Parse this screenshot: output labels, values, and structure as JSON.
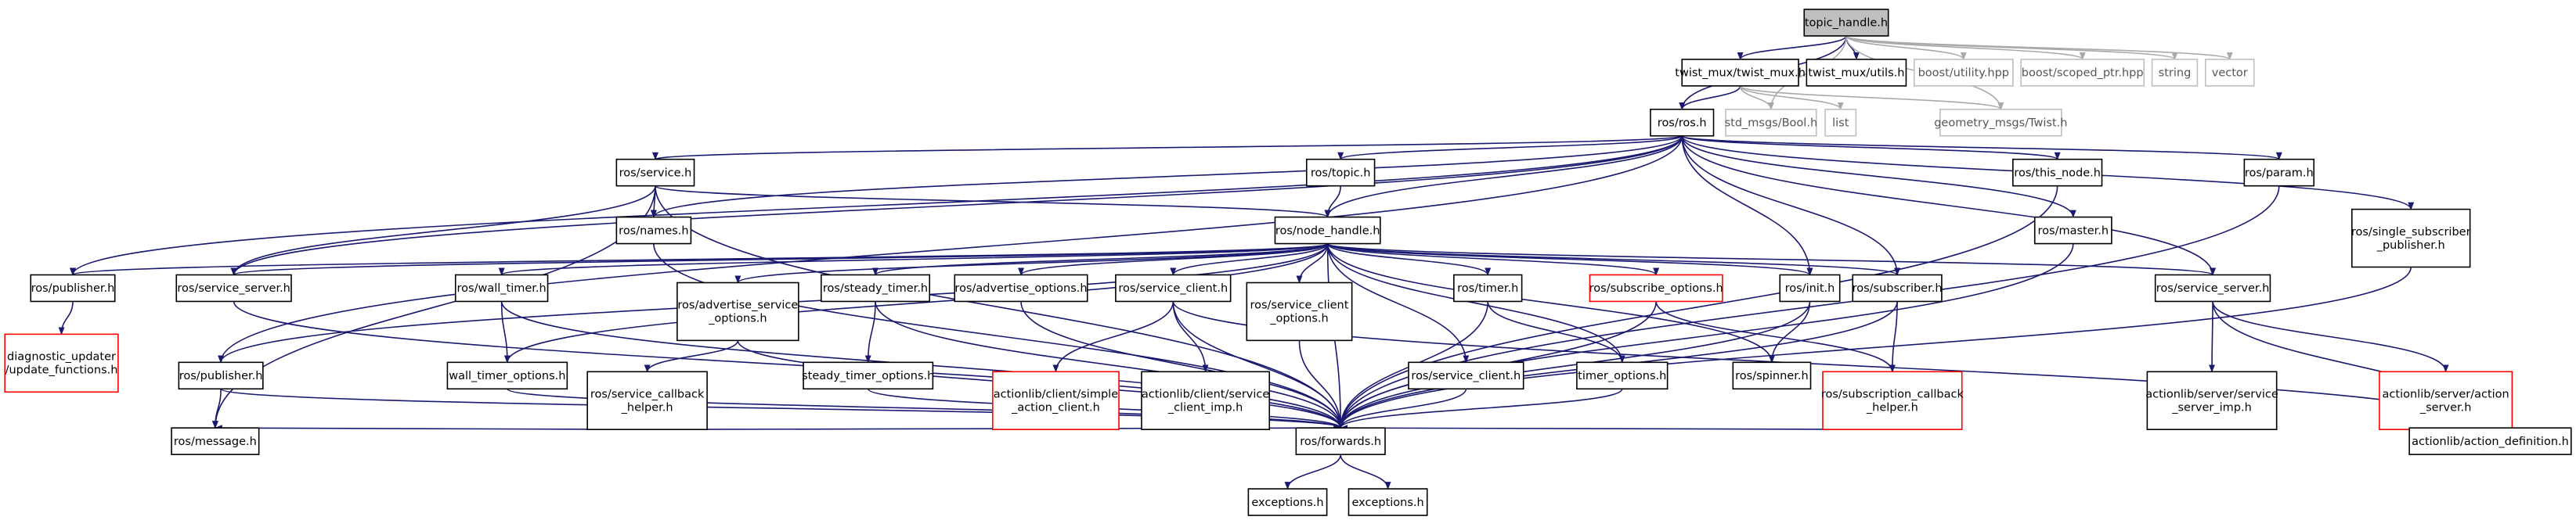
{
  "diagram": {
    "colors": {
      "edge": "#191970",
      "edge_gray": "#a9a9a9",
      "border_normal": "#000000",
      "border_red": "#ff0000",
      "border_gray": "#bfbfbf",
      "root_fill": "#bfbfbf"
    },
    "nodes": [
      {
        "id": "topic_handle",
        "lines": [
          "topic_handle.h"
        ],
        "style": "root"
      },
      {
        "id": "twist_mux",
        "lines": [
          "twist_mux/twist_mux.h"
        ],
        "style": "normal"
      },
      {
        "id": "twist_utils",
        "lines": [
          "twist_mux/utils.h"
        ],
        "style": "normal"
      },
      {
        "id": "boost_utility",
        "lines": [
          "boost/utility.hpp"
        ],
        "style": "gray"
      },
      {
        "id": "boost_scoped",
        "lines": [
          "boost/scoped_ptr.hpp"
        ],
        "style": "gray"
      },
      {
        "id": "string",
        "lines": [
          "string"
        ],
        "style": "gray"
      },
      {
        "id": "vector",
        "lines": [
          "vector"
        ],
        "style": "gray"
      },
      {
        "id": "ros_ros",
        "lines": [
          "ros/ros.h"
        ],
        "style": "normal"
      },
      {
        "id": "std_bool",
        "lines": [
          "std_msgs/Bool.h"
        ],
        "style": "gray"
      },
      {
        "id": "list",
        "lines": [
          "list"
        ],
        "style": "gray"
      },
      {
        "id": "geom_twist",
        "lines": [
          "geometry_msgs/Twist.h"
        ],
        "style": "gray"
      },
      {
        "id": "ros_service",
        "lines": [
          "ros/service.h"
        ],
        "style": "normal"
      },
      {
        "id": "ros_topic",
        "lines": [
          "ros/topic.h"
        ],
        "style": "normal"
      },
      {
        "id": "ros_this_node",
        "lines": [
          "ros/this_node.h"
        ],
        "style": "normal"
      },
      {
        "id": "ros_param",
        "lines": [
          "ros/param.h"
        ],
        "style": "normal"
      },
      {
        "id": "ros_names",
        "lines": [
          "ros/names.h"
        ],
        "style": "normal"
      },
      {
        "id": "ros_node_handle",
        "lines": [
          "ros/node_handle.h"
        ],
        "style": "normal"
      },
      {
        "id": "ros_master",
        "lines": [
          "ros/master.h"
        ],
        "style": "normal"
      },
      {
        "id": "ros_single_sub",
        "lines": [
          "ros/single_subscriber",
          "_publisher.h"
        ],
        "style": "normal"
      },
      {
        "id": "ros_publisher_a",
        "lines": [
          "ros/publisher.h"
        ],
        "style": "normal"
      },
      {
        "id": "ros_service_server_a",
        "lines": [
          "ros/service_server.h"
        ],
        "style": "normal"
      },
      {
        "id": "ros_wall_timer",
        "lines": [
          "ros/wall_timer.h"
        ],
        "style": "normal"
      },
      {
        "id": "ros_adv_service_opts",
        "lines": [
          "ros/advertise_service",
          "_options.h"
        ],
        "style": "normal"
      },
      {
        "id": "ros_steady_timer",
        "lines": [
          "ros/steady_timer.h"
        ],
        "style": "normal"
      },
      {
        "id": "ros_adv_opts",
        "lines": [
          "ros/advertise_options.h"
        ],
        "style": "normal"
      },
      {
        "id": "ros_service_client_a",
        "lines": [
          "ros/service_client.h"
        ],
        "style": "normal"
      },
      {
        "id": "ros_service_client_opts",
        "lines": [
          "ros/service_client",
          "_options.h"
        ],
        "style": "normal"
      },
      {
        "id": "ros_timer",
        "lines": [
          "ros/timer.h"
        ],
        "style": "normal"
      },
      {
        "id": "ros_subscribe_opts",
        "lines": [
          "ros/subscribe_options.h"
        ],
        "style": "red"
      },
      {
        "id": "ros_init",
        "lines": [
          "ros/init.h"
        ],
        "style": "normal"
      },
      {
        "id": "ros_subscriber",
        "lines": [
          "ros/subscriber.h"
        ],
        "style": "normal"
      },
      {
        "id": "ros_service_server_b",
        "lines": [
          "ros/service_server.h"
        ],
        "style": "normal"
      },
      {
        "id": "diag_updater",
        "lines": [
          "diagnostic_updater",
          "/update_functions.h"
        ],
        "style": "red"
      },
      {
        "id": "ros_publisher_b",
        "lines": [
          "ros/publisher.h"
        ],
        "style": "normal"
      },
      {
        "id": "wall_timer_opts",
        "lines": [
          "wall_timer_options.h"
        ],
        "style": "normal"
      },
      {
        "id": "ros_service_cb_helper",
        "lines": [
          "ros/service_callback",
          "_helper.h"
        ],
        "style": "normal"
      },
      {
        "id": "steady_timer_opts",
        "lines": [
          "steady_timer_options.h"
        ],
        "style": "normal"
      },
      {
        "id": "al_simple_client",
        "lines": [
          "actionlib/client/simple",
          "_action_client.h"
        ],
        "style": "red"
      },
      {
        "id": "al_service_client_imp",
        "lines": [
          "actionlib/client/service",
          "_client_imp.h"
        ],
        "style": "normal"
      },
      {
        "id": "ros_service_client_b",
        "lines": [
          "ros/service_client.h"
        ],
        "style": "normal"
      },
      {
        "id": "timer_opts",
        "lines": [
          "timer_options.h"
        ],
        "style": "normal"
      },
      {
        "id": "ros_spinner",
        "lines": [
          "ros/spinner.h"
        ],
        "style": "normal"
      },
      {
        "id": "ros_sub_cb_helper",
        "lines": [
          "ros/subscription_callback",
          "_helper.h"
        ],
        "style": "red"
      },
      {
        "id": "al_server_service_imp",
        "lines": [
          "actionlib/server/service",
          "_server_imp.h"
        ],
        "style": "normal"
      },
      {
        "id": "al_action_server",
        "lines": [
          "actionlib/server/action",
          "_server.h"
        ],
        "style": "red"
      },
      {
        "id": "ros_message",
        "lines": [
          "ros/message.h"
        ],
        "style": "normal"
      },
      {
        "id": "ros_forwards",
        "lines": [
          "ros/forwards.h"
        ],
        "style": "normal"
      },
      {
        "id": "al_action_def",
        "lines": [
          "actionlib/action_definition.h"
        ],
        "style": "normal"
      },
      {
        "id": "exceptions_a",
        "lines": [
          "exceptions.h"
        ],
        "style": "normal"
      },
      {
        "id": "exceptions_b",
        "lines": [
          "exceptions.h"
        ],
        "style": "normal"
      }
    ],
    "edges": [
      [
        "topic_handle",
        "twist_mux"
      ],
      [
        "topic_handle",
        "twist_utils"
      ],
      [
        "topic_handle",
        "boost_utility"
      ],
      [
        "topic_handle",
        "boost_scoped"
      ],
      [
        "topic_handle",
        "string"
      ],
      [
        "topic_handle",
        "vector"
      ],
      [
        "topic_handle",
        "ros_ros"
      ],
      [
        "topic_handle",
        "std_bool"
      ],
      [
        "topic_handle",
        "geom_twist"
      ],
      [
        "twist_mux",
        "ros_ros"
      ],
      [
        "twist_mux",
        "std_bool"
      ],
      [
        "twist_mux",
        "list"
      ],
      [
        "twist_mux",
        "geom_twist"
      ],
      [
        "ros_ros",
        "ros_service"
      ],
      [
        "ros_ros",
        "ros_topic"
      ],
      [
        "ros_ros",
        "ros_this_node"
      ],
      [
        "ros_ros",
        "ros_param"
      ],
      [
        "ros_ros",
        "ros_names"
      ],
      [
        "ros_ros",
        "ros_node_handle"
      ],
      [
        "ros_ros",
        "ros_master"
      ],
      [
        "ros_ros",
        "ros_single_sub"
      ],
      [
        "ros_ros",
        "ros_publisher_a"
      ],
      [
        "ros_ros",
        "ros_service_server_a"
      ],
      [
        "ros_ros",
        "ros_publisher_b"
      ],
      [
        "ros_ros",
        "ros_init"
      ],
      [
        "ros_ros",
        "ros_subscriber"
      ],
      [
        "ros_ros",
        "ros_service_server_b"
      ],
      [
        "ros_service",
        "ros_names"
      ],
      [
        "ros_service",
        "ros_node_handle"
      ],
      [
        "ros_service",
        "ros_service_server_a"
      ],
      [
        "ros_service",
        "ros_message"
      ],
      [
        "ros_service",
        "ros_forwards"
      ],
      [
        "ros_topic",
        "ros_node_handle"
      ],
      [
        "ros_names",
        "ros_forwards"
      ],
      [
        "ros_this_node",
        "ros_forwards"
      ],
      [
        "ros_param",
        "ros_forwards"
      ],
      [
        "ros_master",
        "ros_forwards"
      ],
      [
        "ros_single_sub",
        "ros_forwards"
      ],
      [
        "ros_node_handle",
        "ros_publisher_a"
      ],
      [
        "ros_node_handle",
        "ros_service_server_a"
      ],
      [
        "ros_node_handle",
        "ros_wall_timer"
      ],
      [
        "ros_node_handle",
        "ros_adv_service_opts"
      ],
      [
        "ros_node_handle",
        "ros_steady_timer"
      ],
      [
        "ros_node_handle",
        "ros_adv_opts"
      ],
      [
        "ros_node_handle",
        "ros_service_client_a"
      ],
      [
        "ros_node_handle",
        "ros_service_client_opts"
      ],
      [
        "ros_node_handle",
        "ros_timer"
      ],
      [
        "ros_node_handle",
        "ros_subscribe_opts"
      ],
      [
        "ros_node_handle",
        "ros_init"
      ],
      [
        "ros_node_handle",
        "ros_subscriber"
      ],
      [
        "ros_node_handle",
        "ros_service_server_b"
      ],
      [
        "ros_node_handle",
        "ros_publisher_b"
      ],
      [
        "ros_node_handle",
        "wall_timer_opts"
      ],
      [
        "ros_node_handle",
        "ros_service_client_b"
      ],
      [
        "ros_node_handle",
        "timer_opts"
      ],
      [
        "ros_node_handle",
        "ros_spinner"
      ],
      [
        "ros_node_handle",
        "ros_forwards"
      ],
      [
        "ros_publisher_a",
        "diag_updater"
      ],
      [
        "ros_service_server_a",
        "ros_forwards"
      ],
      [
        "ros_wall_timer",
        "wall_timer_opts"
      ],
      [
        "ros_wall_timer",
        "ros_forwards"
      ],
      [
        "ros_adv_service_opts",
        "ros_service_cb_helper"
      ],
      [
        "ros_adv_service_opts",
        "ros_forwards"
      ],
      [
        "ros_steady_timer",
        "steady_timer_opts"
      ],
      [
        "ros_steady_timer",
        "ros_forwards"
      ],
      [
        "ros_adv_opts",
        "ros_forwards"
      ],
      [
        "ros_service_client_a",
        "al_simple_client"
      ],
      [
        "ros_service_client_a",
        "al_service_client_imp"
      ],
      [
        "ros_service_client_a",
        "ros_forwards"
      ],
      [
        "ros_service_client_a",
        "al_action_def"
      ],
      [
        "ros_service_client_opts",
        "ros_forwards"
      ],
      [
        "ros_timer",
        "timer_opts"
      ],
      [
        "ros_timer",
        "ros_forwards"
      ],
      [
        "ros_subscribe_opts",
        "ros_sub_cb_helper"
      ],
      [
        "ros_subscribe_opts",
        "ros_forwards"
      ],
      [
        "ros_init",
        "ros_spinner"
      ],
      [
        "ros_init",
        "ros_forwards"
      ],
      [
        "ros_subscriber",
        "ros_sub_cb_helper"
      ],
      [
        "ros_subscriber",
        "ros_forwards"
      ],
      [
        "ros_service_server_b",
        "al_server_service_imp"
      ],
      [
        "ros_service_server_b",
        "al_action_server"
      ],
      [
        "ros_service_server_b",
        "al_action_def"
      ],
      [
        "ros_publisher_b",
        "ros_message"
      ],
      [
        "ros_publisher_b",
        "ros_forwards"
      ],
      [
        "wall_timer_opts",
        "ros_forwards"
      ],
      [
        "ros_service_cb_helper",
        "ros_message"
      ],
      [
        "ros_service_cb_helper",
        "ros_forwards"
      ],
      [
        "steady_timer_opts",
        "ros_forwards"
      ],
      [
        "ros_service_client_b",
        "ros_forwards"
      ],
      [
        "timer_opts",
        "ros_forwards"
      ],
      [
        "ros_sub_cb_helper",
        "ros_forwards"
      ],
      [
        "al_action_server",
        "al_action_def"
      ],
      [
        "ros_forwards",
        "exceptions_a"
      ],
      [
        "ros_forwards",
        "exceptions_b"
      ]
    ]
  }
}
